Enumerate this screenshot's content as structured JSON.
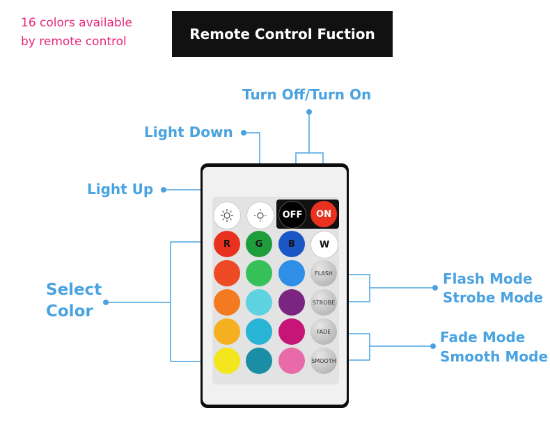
{
  "intro": {
    "line1": "16 colors available",
    "line2": "by remote control"
  },
  "title": "Remote Control Fuction",
  "labels": {
    "turn_off_on": "Turn Off/Turn On",
    "light_down": "Light Down",
    "light_up": "Light Up",
    "select_line1": "Select",
    "select_line2": "Color",
    "flash_mode": "Flash Mode",
    "strobe_mode": "Strobe Mode",
    "fade_mode": "Fade Mode",
    "smooth_mode": "Smooth Mode"
  },
  "remote": {
    "off_label": "OFF",
    "on_label": "ON",
    "r_label": "R",
    "g_label": "G",
    "b_label": "B",
    "w_label": "W",
    "flash_label": "FLASH",
    "strobe_label": "STROBE",
    "fade_label": "FADE",
    "smooth_label": "SMOOTH"
  },
  "colors": {
    "label_blue": "#4aa3e0",
    "intro_pink": "#e8287a",
    "row_r": [
      "#e8321f",
      "#f47a22",
      "#f5b021",
      "#f3e61e"
    ],
    "row_g": [
      "#1f9d3d",
      "#35ca5a",
      "#5ed2e0",
      "#28a9c4"
    ],
    "row_b": [
      "#1a57c4",
      "#2f8ee6",
      "#7a2580",
      "#d4147a"
    ],
    "extra_bottom": [
      "#1b8ea6",
      "#e86aa8"
    ]
  }
}
